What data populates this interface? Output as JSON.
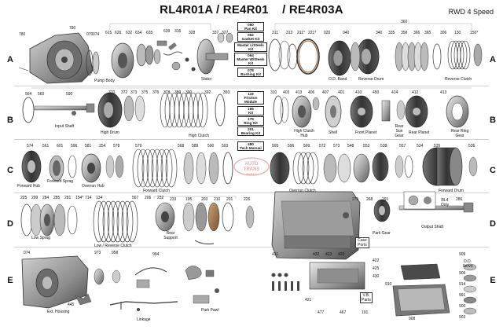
{
  "title": "RL4R01A / RE4R01    / RE4R03A",
  "subtitle": "RWD 4 Speed",
  "row_letters": [
    "A",
    "B",
    "C",
    "D",
    "E"
  ],
  "kits": {
    "k1": {
      "lines": [
        "080",
        "Pan Kit"
      ]
    },
    "k2": {
      "lines": [
        "062",
        "Gasket Kit"
      ]
    },
    "k3": {
      "lines": [
        "Master L/Steels",
        "Kit"
      ]
    },
    "k4": {
      "lines": [
        "064",
        "Master W/Steels",
        "Kit"
      ]
    },
    "k5": {
      "lines": [
        "078",
        "Bushing Kit"
      ]
    },
    "k6": {
      "lines": [
        "119",
        "Friction",
        "Module"
      ]
    },
    "k7": {
      "lines": [
        "165",
        "Kit"
      ]
    },
    "k8": {
      "lines": [
        "175",
        "Ring Kit"
      ]
    },
    "k9": {
      "lines": [
        "201",
        "Bearing Kit"
      ]
    },
    "k10": {
      "lines": [
        "480",
        "Tech Manual"
      ]
    }
  },
  "labels": {
    "pump_body": "Pump Body",
    "stator": "Stator",
    "od_band": "O.D. Band",
    "reverse_drum": "Reverse Drum",
    "reverse_clutch": "Reverse Clutch",
    "input_shaft": "Input Shaft",
    "high_drum": "High Drum",
    "high_clutch": "High Clutch",
    "high_clutch_hub": "High Clutch Hub",
    "shell": "Shell",
    "front_planet": "Front Planet",
    "rear_sun_gear": "Rear Sun Gear",
    "rear_planet": "Rear Planet",
    "rear_ring_gear": "Rear Ring Gear",
    "forward_hub": "Forward Hub",
    "forward_sprag": "Forward Sprag",
    "overrun_hub": "Overrun Hub",
    "forward_clutch": "Forward Clutch",
    "overrun_clutch": "Overrun Clutch",
    "forward_drum": "Forward Drum",
    "low_sprag": "Low Sprag",
    "low_reverse_clutch": "Low / Reverse Clutch",
    "rear_support": "Rear Support",
    "park_gear": "Park Gear",
    "output_shaft": "Output Shaft",
    "rl4_only": "RL4 Only",
    "case_ports": "Case Ports",
    "ext_housing": "Ext. Housing",
    "linkage": "Linkage",
    "park_pawl": "Park Pawl",
    "vb_parts": "V.B. Parts",
    "od_servo": "O.D. Servo"
  },
  "part_numbers": [
    "780",
    "069",
    "070",
    "074",
    "615",
    "626",
    "632",
    "634",
    "635",
    "636",
    "620",
    "629",
    "638",
    "639",
    "315",
    "316",
    "328",
    "314",
    "622",
    "330",
    "331",
    "834",
    "825",
    "337",
    "327",
    "311",
    "313",
    "310",
    "211*",
    "221*",
    "020",
    "040",
    "340",
    "335",
    "339",
    "336",
    "358",
    "343",
    "352",
    "344",
    "359",
    "354",
    "364",
    "351",
    "366",
    "365",
    "306",
    "360",
    "130",
    "119",
    "150*",
    "564",
    "560",
    "590",
    "370",
    "372",
    "373",
    "375",
    "376",
    "378",
    "389",
    "390",
    "392",
    "393",
    "394",
    "395",
    "398",
    "397",
    "310",
    "403",
    "413",
    "406",
    "407",
    "401",
    "410",
    "450",
    "414",
    "412",
    "413",
    "574",
    "561",
    "601",
    "596",
    "581",
    "254",
    "578",
    "579",
    "576",
    "568",
    "589",
    "590",
    "593",
    "595",
    "596",
    "599",
    "572",
    "573",
    "548",
    "553",
    "538",
    "557",
    "534",
    "535",
    "536",
    "575",
    "552",
    "532",
    "226",
    "225",
    "299",
    "284",
    "285",
    "281",
    "154*",
    "714",
    "134",
    "567",
    "206",
    "232",
    "233",
    "170",
    "191",
    "195",
    "203",
    "210",
    "201",
    "226",
    "237",
    "271",
    "275",
    "268",
    "291",
    "278",
    "310",
    "297",
    "298",
    "286",
    "262",
    "264",
    "905",
    "074",
    "973",
    "958",
    "445",
    "994",
    "431",
    "432",
    "423",
    "420",
    "422",
    "425",
    "430",
    "421",
    "403",
    "477",
    "467",
    "191",
    "910",
    "909",
    "906",
    "914",
    "991",
    "900",
    "903",
    "908"
  ],
  "illustration_names": [
    "pump-body-bellhousing",
    "pump-assembly-parts",
    "stator-shaft",
    "od-band",
    "reverse-drum",
    "reverse-clutch-pack",
    "input-shaft",
    "high-drum",
    "high-clutch-pack",
    "high-clutch-hub",
    "planetary-set",
    "forward-hub",
    "forward-sprag",
    "overrun-hub",
    "forward-clutch-pack",
    "overrun-clutch-parts",
    "forward-drum",
    "low-sprag",
    "low-reverse-clutch-pack",
    "rear-support",
    "transmission-case",
    "park-gear",
    "output-shaft",
    "extension-housing",
    "linkage-parts",
    "park-pawl",
    "valve-body",
    "filter-and-pan",
    "od-servo-parts"
  ],
  "watermark": [
    "AUTO",
    "TRANS",
    "PARTS"
  ]
}
